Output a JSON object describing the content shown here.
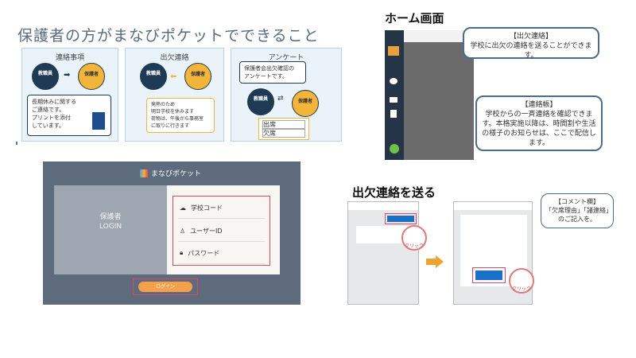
{
  "title": "保護者の方がまなびポケットでできること",
  "features": [
    {
      "title": "連絡事項",
      "from": "教職員",
      "to": "保護者",
      "message": "長期休みに関する\nご連絡です。\nプリントを添付\nしています。"
    },
    {
      "title": "出欠連絡",
      "from": "教職員",
      "to": "保護者",
      "message": "発熱のため\n明日学校を休みます\n荷物は、午後から事務室\nに取りに行きます"
    },
    {
      "title": "アンケート",
      "from": "教職員",
      "to": "保護者",
      "message": "保護者会出欠確認の\nアンケートです。",
      "options": [
        "出席",
        "欠席"
      ]
    }
  ],
  "home": {
    "title": "ホーム画面",
    "callout1": {
      "heading": "【出欠連絡】",
      "text": "学校に出欠の連絡を送ることができます。"
    },
    "callout2": {
      "heading": "【連絡帳】",
      "text": "学校からの一斉連絡を確認できます。本格実施以降は、時間割や生活の様子のお知らせは、ここで配信します。"
    }
  },
  "login": {
    "brand": "まなびポケット",
    "role": "保護者",
    "login_label": "LOGIN",
    "fields": [
      "学校コード",
      "ユーザーID",
      "パスワード"
    ],
    "button": "ログイン"
  },
  "send": {
    "title": "出欠連絡を送る",
    "click": "クリック",
    "callout": {
      "heading": "【コメント欄】",
      "text": "「欠席理由」「諸連絡」のご記入を。"
    }
  },
  "colors": {
    "navy": "#1f3a55",
    "orange": "#f5a04a",
    "red": "#e05070"
  }
}
